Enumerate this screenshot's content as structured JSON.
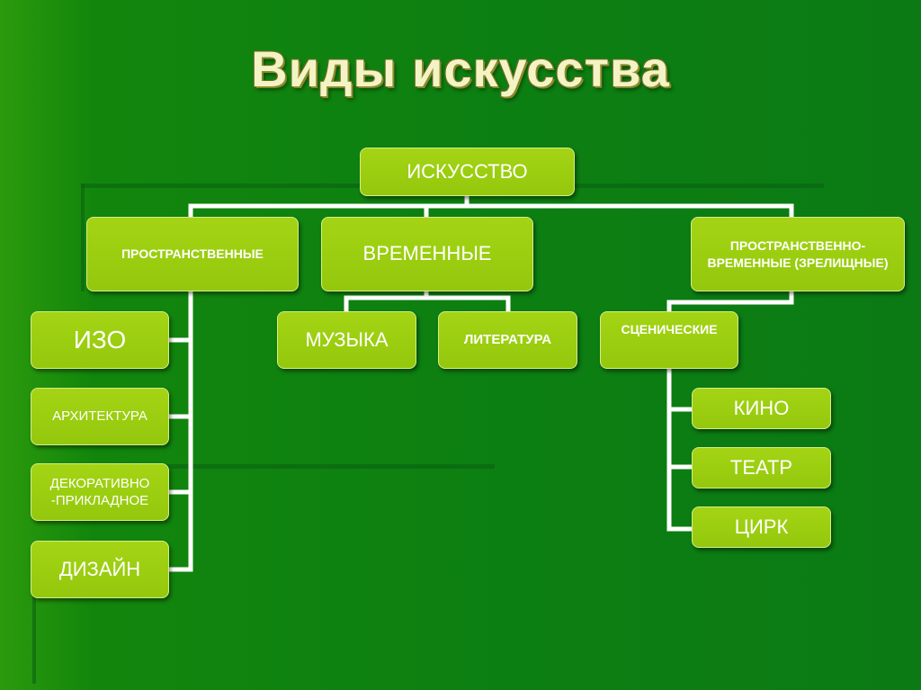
{
  "title": "Виды искусства",
  "root": "ИСКУССТВО",
  "categories": {
    "spatial": "ПРОСТРАНСТВЕННЫЕ",
    "temporal": "ВРЕМЕННЫЕ",
    "spatiotemporal": "ПРОСТРАНСТВЕННО-ВРЕМЕННЫЕ (ЗРЕЛИЩНЫЕ)"
  },
  "spatial_items": [
    "ИЗО",
    "АРХИТЕКТУРА",
    "ДЕКОРАТИВНО -ПРИКЛАДНОЕ",
    "ДИЗАЙН"
  ],
  "temporal_items": [
    "МУЗЫКА",
    "ЛИТЕРАТУРА"
  ],
  "stage": "СЦЕНИЧЕСКИЕ",
  "stage_items": [
    "КИНО",
    "ТЕАТР",
    "ЦИРК"
  ]
}
